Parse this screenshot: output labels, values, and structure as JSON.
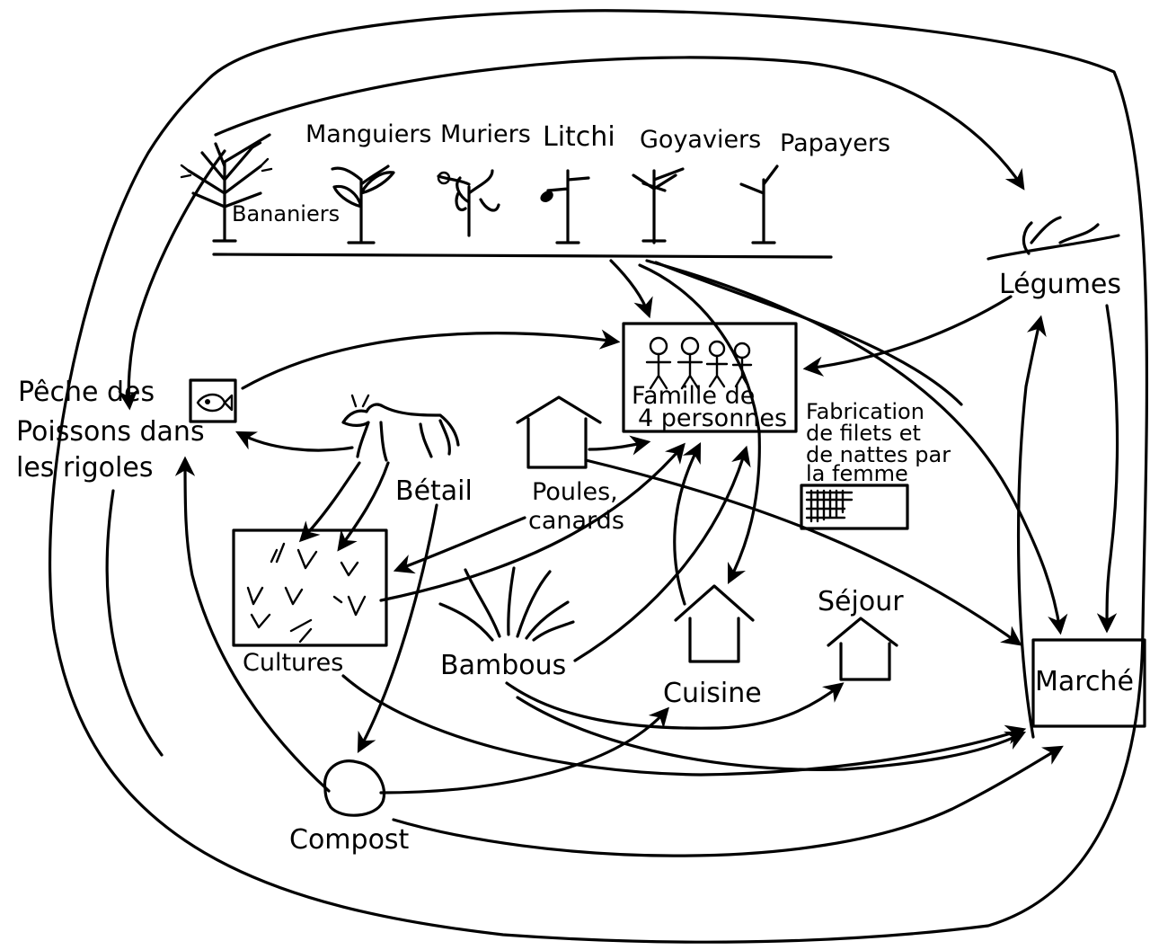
{
  "trees": {
    "bananiers": "Bananiers",
    "manguiers": "Manguiers",
    "muriers": "Muriers",
    "litchi": "Litchi",
    "goyaviers": "Goyaviers",
    "papayers": "Papayers"
  },
  "legumes": "Légumes",
  "famille": {
    "line1": "Famille de",
    "line2": "4 personnes"
  },
  "fabrication": {
    "line1": "Fabrication",
    "line2": "de filets et",
    "line3": "de nattes par",
    "line4": "la femme"
  },
  "peche": {
    "line1": "Pêche des",
    "line2": "Poissons dans",
    "line3": "les rigoles"
  },
  "betail": "Bétail",
  "poules": {
    "line1": "Poules,",
    "line2": "canards"
  },
  "cultures": "Cultures",
  "bambous": "Bambous",
  "cuisine": "Cuisine",
  "sejour": "Séjour",
  "marche": "Marché",
  "compost": "Compost"
}
